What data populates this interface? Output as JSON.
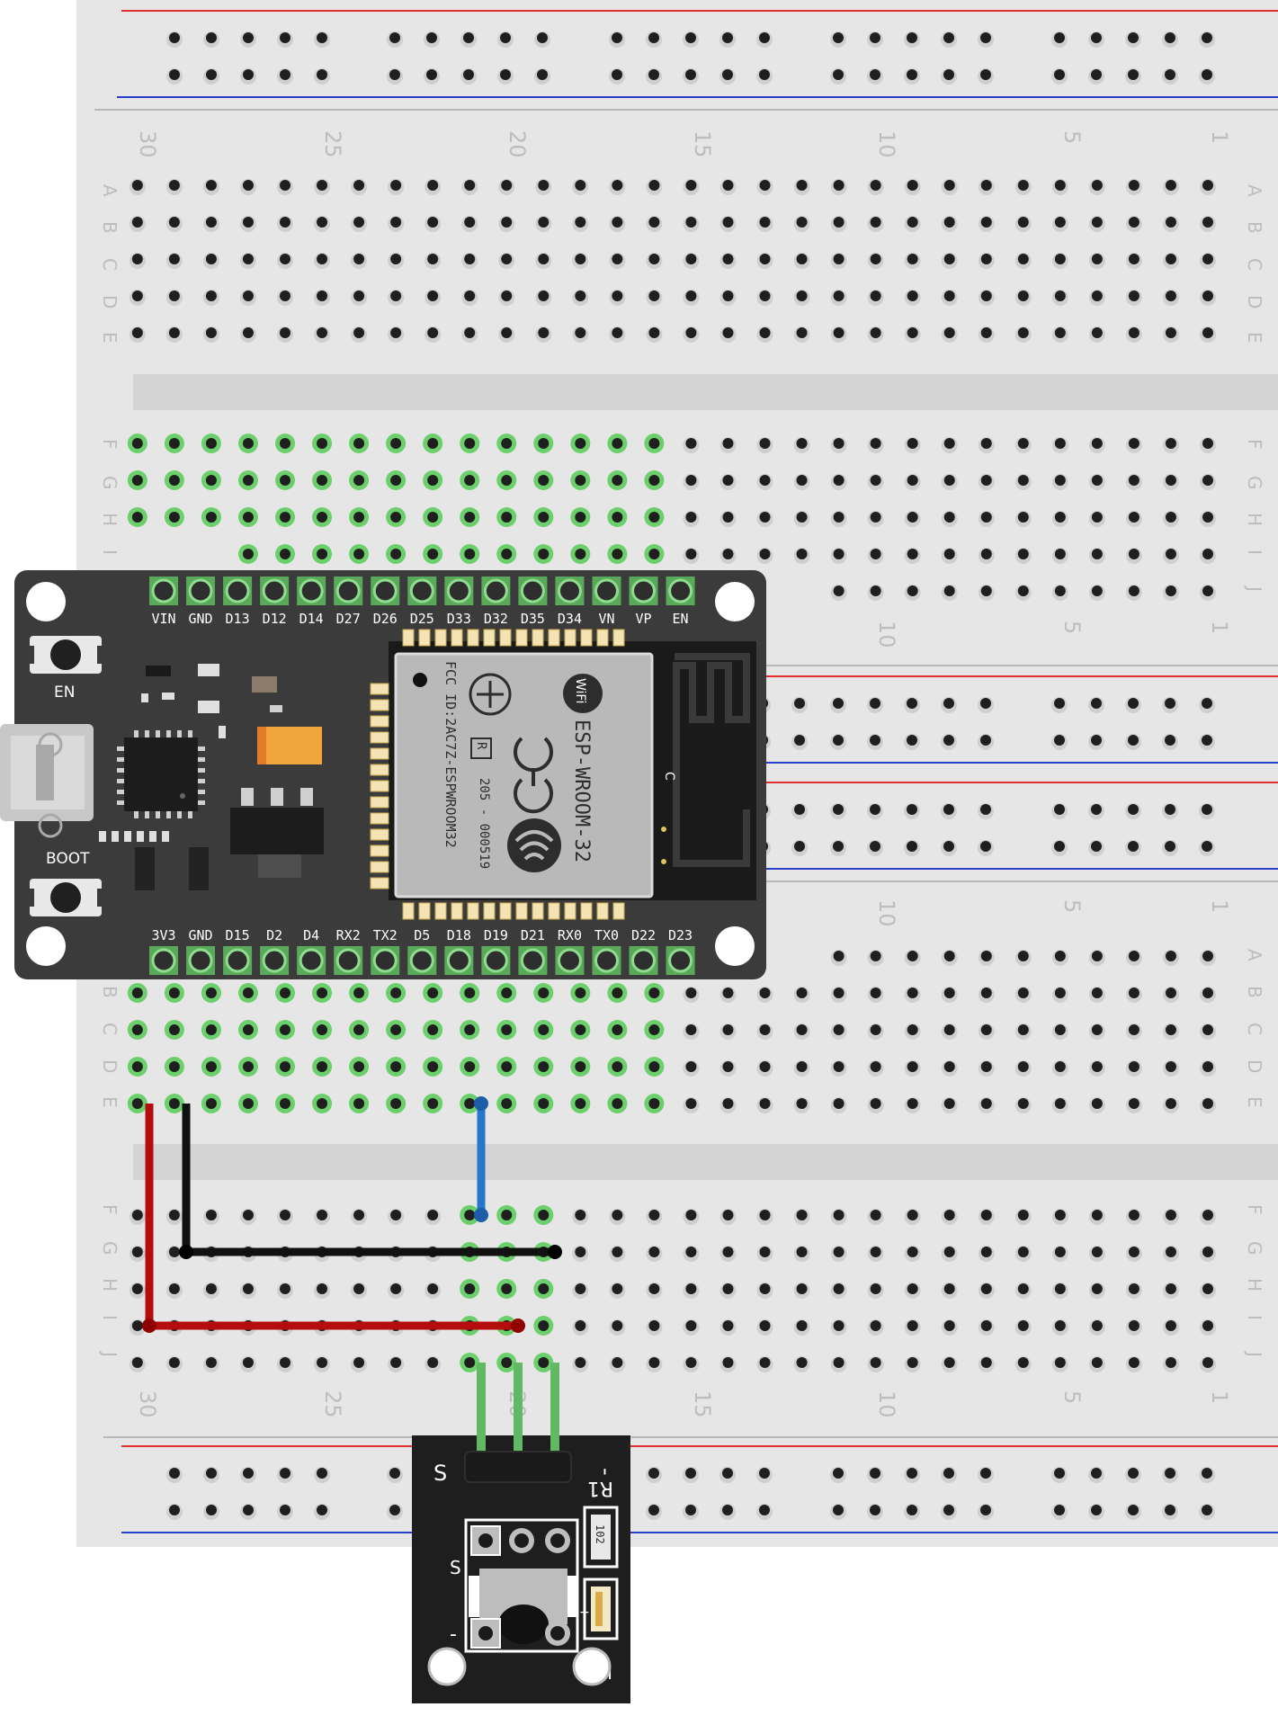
{
  "breadboard": {
    "columns": [
      "30",
      "25",
      "20",
      "15",
      "10",
      "5",
      "1"
    ],
    "rows_upper": [
      "A",
      "B",
      "C",
      "D",
      "E"
    ],
    "rows_lower": [
      "F",
      "G",
      "H",
      "I",
      "J"
    ]
  },
  "esp32": {
    "top_pins": [
      "VIN",
      "GND",
      "D13",
      "D12",
      "D14",
      "D27",
      "D26",
      "D25",
      "D33",
      "D32",
      "D35",
      "D34",
      "VN",
      "VP",
      "EN"
    ],
    "bottom_pins": [
      "3V3",
      "GND",
      "D15",
      "D2",
      "D4",
      "RX2",
      "TX2",
      "D5",
      "D18",
      "D19",
      "D21",
      "RX0",
      "TX0",
      "D22",
      "D23"
    ],
    "button_en": "EN",
    "button_boot": "BOOT",
    "module_name": "ESP-WROOM-32",
    "module_fcc": "FCC ID:2AC7Z-ESPWROOM32",
    "module_code": "205 - 000519",
    "module_r": "R",
    "wifi_logo": "WiFi",
    "antenna_c": "C"
  },
  "sensor": {
    "pin_s": "S",
    "pin_minus": "-",
    "resistor_label": "R1",
    "resistor_value": "102",
    "receiver_s": "S",
    "receiver_minus": "-",
    "receiver_plus": "+",
    "led_label": "L"
  },
  "colors": {
    "breadboard": "#e6e6e6",
    "rail_red": "#e03030",
    "rail_blue": "#2a3fc9",
    "hole": "#1f1f1f",
    "hole_active": "#6bcf6b",
    "board": "#3b3b3b",
    "wire_red": "#b50d0d",
    "wire_black": "#111111",
    "wire_blue": "#2676c9",
    "wire_green": "#63b863"
  }
}
